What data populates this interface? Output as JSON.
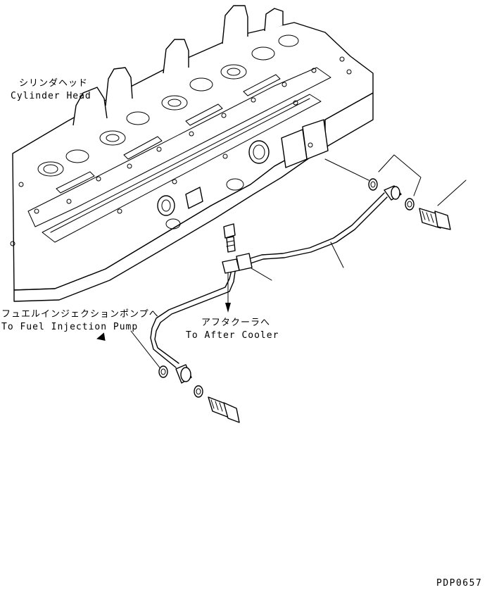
{
  "labels": {
    "cylinder_head_jp": "シリンダヘッド",
    "cylinder_head_en": "Cylinder Head",
    "fuel_pump_jp": "フュエルインジェクションポンプへ",
    "fuel_pump_en": "To Fuel Injection Pump",
    "after_cooler_jp": "アフタクーラへ",
    "after_cooler_en": "To After Cooler"
  },
  "drawing_code": "PDP0657"
}
